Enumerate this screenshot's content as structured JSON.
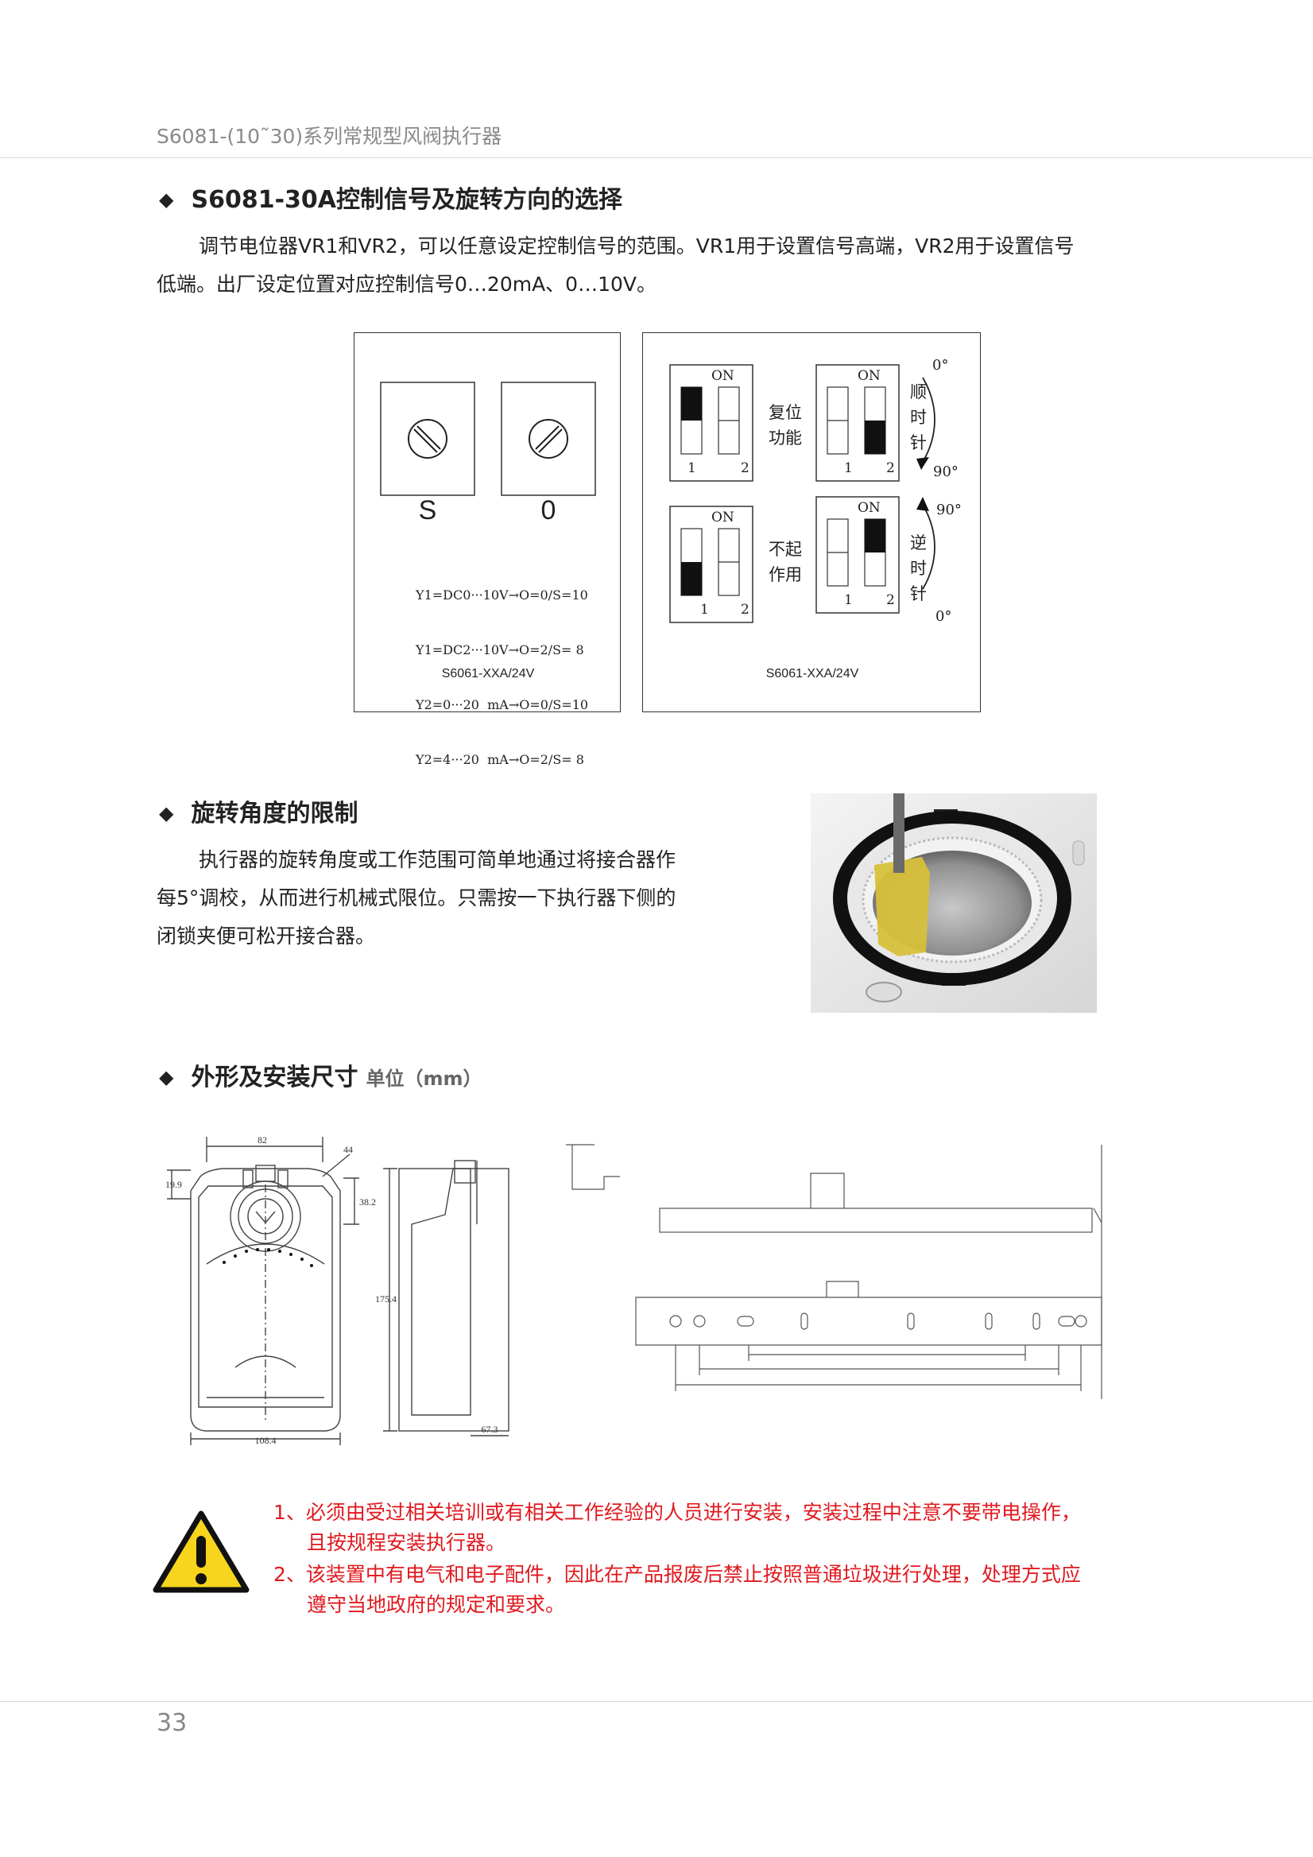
{
  "header": {
    "title": "S6081-(10˜30)系列常规型风阀执行器"
  },
  "section1": {
    "heading": "S6081-30A控制信号及旋转方向的选择",
    "para_line1": "调节电位器VR1和VR2，可以任意设定控制信号的范围。VR1用于设置信号高端，VR2用于设置信号",
    "para_line2": "低端。出厂设定位置对应控制信号0…20mA、0…10V。"
  },
  "panel_left": {
    "pot_s_label": "S",
    "pot_o_label": "0",
    "signal_lines": [
      "Y1=DC0···10V→O=0/S=10",
      "Y1=DC2···10V→O=2/S= 8",
      "Y2=0···20  mA→O=0/S=10",
      "Y2=4···20  mA→O=2/S= 8"
    ],
    "model": "S6061-XXA/24V"
  },
  "panel_right": {
    "on_label": "ON",
    "switch_num_1": "1",
    "switch_num_2": "2",
    "reset_label_1": "复位",
    "reset_label_2": "功能",
    "noeffect_label_1": "不起",
    "noeffect_label_2": "作用",
    "cw_chars": [
      "顺",
      "时",
      "针"
    ],
    "ccw_chars": [
      "逆",
      "时",
      "针"
    ],
    "deg_0": "0°",
    "deg_90": "90°",
    "model": "S6061-XXA/24V"
  },
  "section2": {
    "heading": "旋转角度的限制",
    "para_line1": "执行器的旋转角度或工作范围可简单地通过将接合器作",
    "para_line2": "每5°调校，从而进行机械式限位。只需按一下执行器下侧的",
    "para_line3": "闭锁夹便可松开接合器。"
  },
  "section3": {
    "heading": "外形及安装尺寸",
    "unit": "单位（mm）",
    "dims": {
      "top_width": "82",
      "left_offset": "19.9",
      "right_offset": "38.2",
      "height": "175.4",
      "bottom_width": "108.4",
      "depth": "67.3",
      "angle": "44"
    }
  },
  "warnings": {
    "item1_line1": "1、必须由受过相关培训或有相关工作经验的人员进行安装，安装过程中注意不要带电操作，",
    "item1_line2": "且按规程安装执行器。",
    "item2_line1": "2、该装置中有电气和电子配件，因此在产品报废后禁止按照普通垃圾进行处理，处理方式应",
    "item2_line2": "遵守当地政府的规定和要求。"
  },
  "footer": {
    "page_number": "33"
  },
  "colors": {
    "warning_red": "#e0191f",
    "warning_yellow": "#f7d51c",
    "rule_gray": "#d8d8d8"
  }
}
